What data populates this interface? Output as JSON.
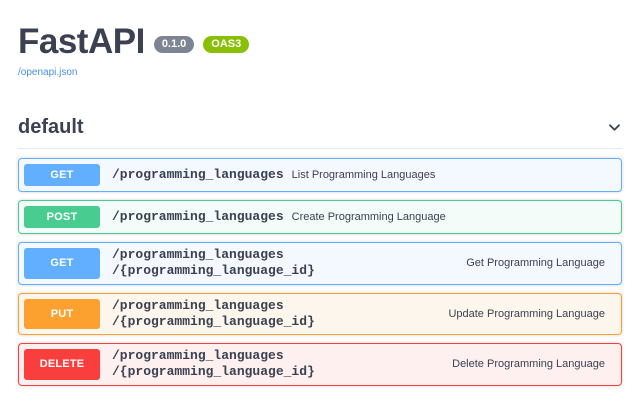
{
  "header": {
    "title": "FastAPI",
    "version_badge": "0.1.0",
    "oas_badge": "OAS3",
    "spec_link": "/openapi.json"
  },
  "tag_section": {
    "name": "default",
    "collapse_icon": "chevron-down-icon"
  },
  "operations": [
    {
      "method": "GET",
      "path": "/programming_languages",
      "summary": "List Programming Languages",
      "layout": "inline",
      "color": "#61affe",
      "background": "#f3f9ff"
    },
    {
      "method": "POST",
      "path": "/programming_languages",
      "summary": "Create Programming Language",
      "layout": "inline",
      "color": "#49cc90",
      "background": "#f3fcf8"
    },
    {
      "method": "GET",
      "path": "/programming_languages\n/{programming_language_id}",
      "summary": "Get Programming Language",
      "layout": "split",
      "color": "#61affe",
      "background": "#f3f9ff"
    },
    {
      "method": "PUT",
      "path": "/programming_languages\n/{programming_language_id}",
      "summary": "Update Programming Language",
      "layout": "split",
      "color": "#fca130",
      "background": "#fdf6ec"
    },
    {
      "method": "DELETE",
      "path": "/programming_languages\n/{programming_language_id}",
      "summary": "Delete Programming Language",
      "layout": "split",
      "color": "#f93e3e",
      "background": "#fdf0ef"
    }
  ]
}
